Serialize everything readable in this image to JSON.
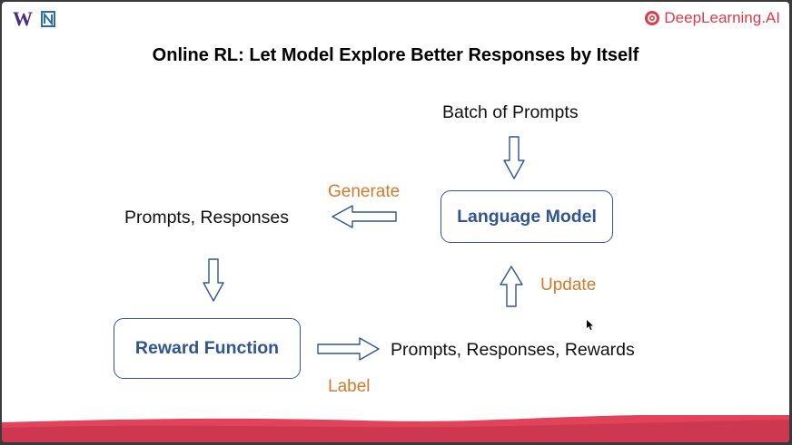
{
  "header": {
    "left_logos": [
      "W",
      "N"
    ],
    "brand_text": "DeepLearning.AI",
    "brand_color": "#e03a4a"
  },
  "slide": {
    "title": "Online RL: Let Model Explore Better Responses by Itself"
  },
  "diagram": {
    "batch_label": "Batch of Prompts",
    "language_model": "Language Model",
    "generate_label": "Generate",
    "prompts_responses": "Prompts, Responses",
    "reward_function": "Reward Function",
    "label_label": "Label",
    "prompts_responses_rewards": "Prompts, Responses, Rewards",
    "update_label": "Update",
    "box_color": "#2f5597",
    "verb_color": "#d07a2a"
  }
}
